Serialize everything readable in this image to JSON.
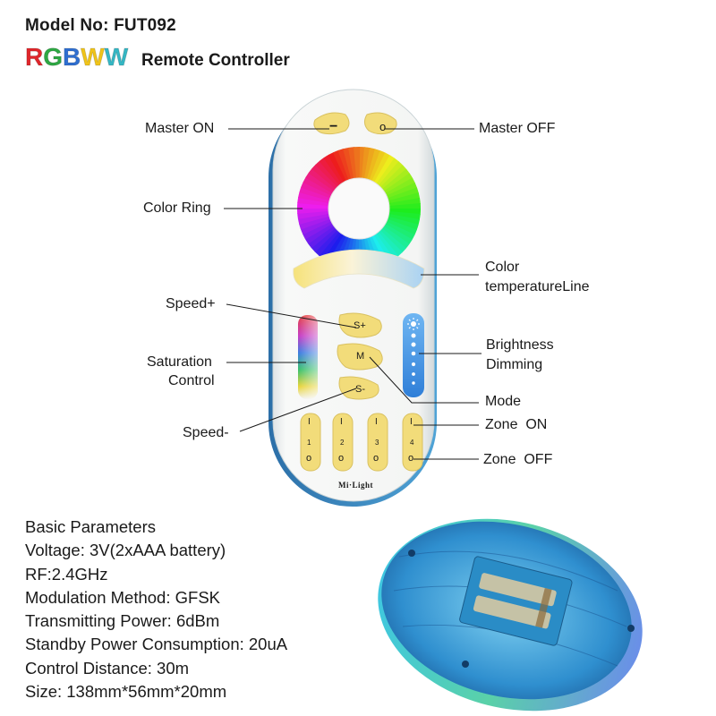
{
  "header": {
    "model": "Model No: FUT092",
    "brand_letters": [
      {
        "ch": "R",
        "color": "#e0262b"
      },
      {
        "ch": "G",
        "color": "#2da843"
      },
      {
        "ch": "B",
        "color": "#2f6fd1"
      },
      {
        "ch": "W",
        "color": "#f0c419"
      },
      {
        "ch": "W",
        "color": "#35b7c4"
      }
    ],
    "subtitle": "Remote Controller"
  },
  "callouts": {
    "master_on": "Master ON",
    "master_off": "Master OFF",
    "color_ring": "Color Ring",
    "color_temp_line1": "Color",
    "color_temp_line2": "temperatureLine",
    "speed_plus": "Speed+",
    "brightness_line1": "Brightness",
    "brightness_line2": "Dimming",
    "saturation_line1": "Saturation",
    "saturation_line2": "Control",
    "mode": "Mode",
    "speed_minus": "Speed-",
    "zone_on": "Zone  ON",
    "zone_off": "Zone  OFF"
  },
  "remote": {
    "master_on_symbol": "−",
    "master_off_symbol": "o",
    "speed_plus_label": "S+",
    "mode_label": "M",
    "speed_minus_label": "S-",
    "zones": [
      {
        "on": "I",
        "num": "1",
        "off": "o"
      },
      {
        "on": "I",
        "num": "2",
        "off": "o"
      },
      {
        "on": "I",
        "num": "3",
        "off": "o"
      },
      {
        "on": "I",
        "num": "4",
        "off": "o"
      }
    ],
    "logo": "Mi·Light",
    "brightness_icon": "sun-icon"
  },
  "params": {
    "title": "Basic Parameters",
    "lines": [
      "Voltage: 3V(2xAAA battery)",
      "RF:2.4GHz",
      "Modulation Method: GFSK",
      "Transmitting Power: 6dBm",
      "Standby Power Consumption: 20uA",
      "Control Distance: 30m",
      "Size: 138mm*56mm*20mm"
    ]
  },
  "colors": {
    "button_yellow": "#f2dc7a",
    "remote_white": "#f7f8f6",
    "brightness_blue": "#3d8ee6",
    "back_case_blue": "#3aa8d8"
  }
}
